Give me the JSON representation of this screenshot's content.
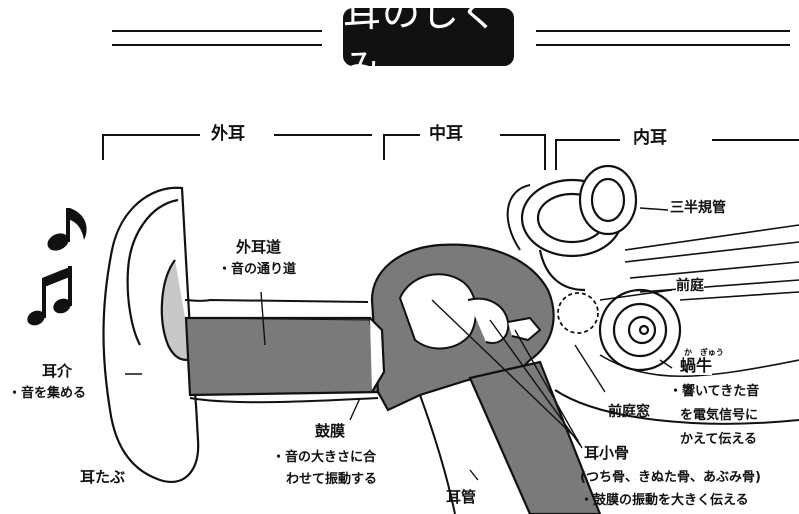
{
  "title": "耳のしくみ",
  "sections": {
    "outer": "外耳",
    "middle": "中耳",
    "inner": "内耳"
  },
  "labels": {
    "ear_canal": "外耳道",
    "ear_canal_note": "・音の通り道",
    "auricle": "耳介",
    "auricle_note": "・音を集める",
    "earlobe": "耳たぶ",
    "eardrum": "鼓膜",
    "eardrum_note_1": "・音の大きさに合",
    "eardrum_note_2": "わせて振動する",
    "eustachian_tube": "耳管",
    "ossicles": "耳小骨",
    "ossicles_names": "(つち骨、きぬた骨、あぶみ骨)",
    "ossicles_note": "・鼓膜の振動を大きく伝える",
    "oval_window": "前庭窓",
    "semicircular_canals": "三半規管",
    "vestibule": "前庭",
    "cochlea": "蝸牛",
    "cochlea_ruby_1": "か",
    "cochlea_ruby_2": "ぎゅう",
    "cochlea_note_1": "・響いてきた音",
    "cochlea_note_2": "を電気信号に",
    "cochlea_note_3": "かえて伝える"
  },
  "icons": [
    "eighth-note-icon",
    "beamed-notes-icon"
  ]
}
